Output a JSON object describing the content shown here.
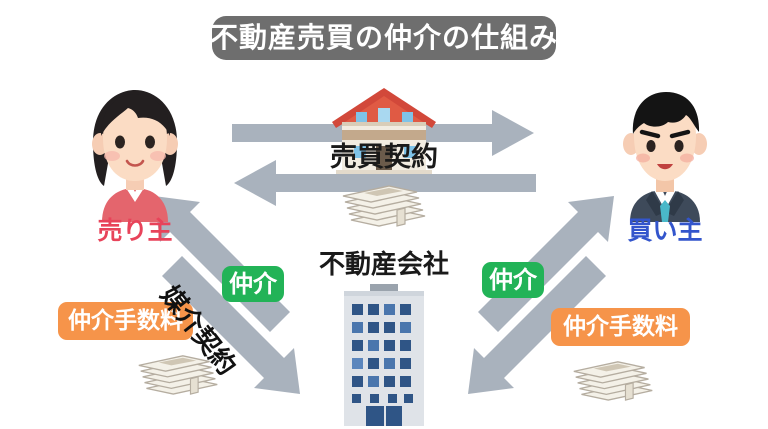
{
  "title": {
    "text": "不動産売買の仲介の仕組み",
    "bg": "#6e6e6e",
    "color": "#ffffff"
  },
  "actors": {
    "seller": {
      "label": "売り主",
      "color": "#e8435a",
      "icon": "woman-avatar"
    },
    "buyer": {
      "label": "買い主",
      "color": "#3355cc",
      "icon": "man-avatar"
    },
    "company": {
      "label": "不動産会社",
      "color": "#1a1a1a",
      "icon": "office-building-icon"
    }
  },
  "center": {
    "contract_label": "売買契約",
    "house_icon": "house-icon",
    "money_icon": "money-stack-icon"
  },
  "badges": {
    "brokerage_left": {
      "text": "仲介",
      "color": "#22b357"
    },
    "brokerage_right": {
      "text": "仲介",
      "color": "#22b357"
    },
    "fee_left": {
      "text": "仲介手数料",
      "color": "#f6944a"
    },
    "fee_right": {
      "text": "仲介手数料",
      "color": "#f6944a"
    }
  },
  "mediation_contract": {
    "text": "媒介契約",
    "color": "#111111"
  },
  "arrows": {
    "color": "#a9b2bd",
    "items": [
      {
        "name": "house-to-buyer",
        "direction": "right"
      },
      {
        "name": "money-to-seller",
        "direction": "left"
      },
      {
        "name": "company-to-seller",
        "direction": "up-left"
      },
      {
        "name": "seller-to-company",
        "direction": "down-right"
      },
      {
        "name": "company-to-buyer",
        "direction": "up-right"
      },
      {
        "name": "buyer-to-company",
        "direction": "down-left"
      }
    ]
  }
}
